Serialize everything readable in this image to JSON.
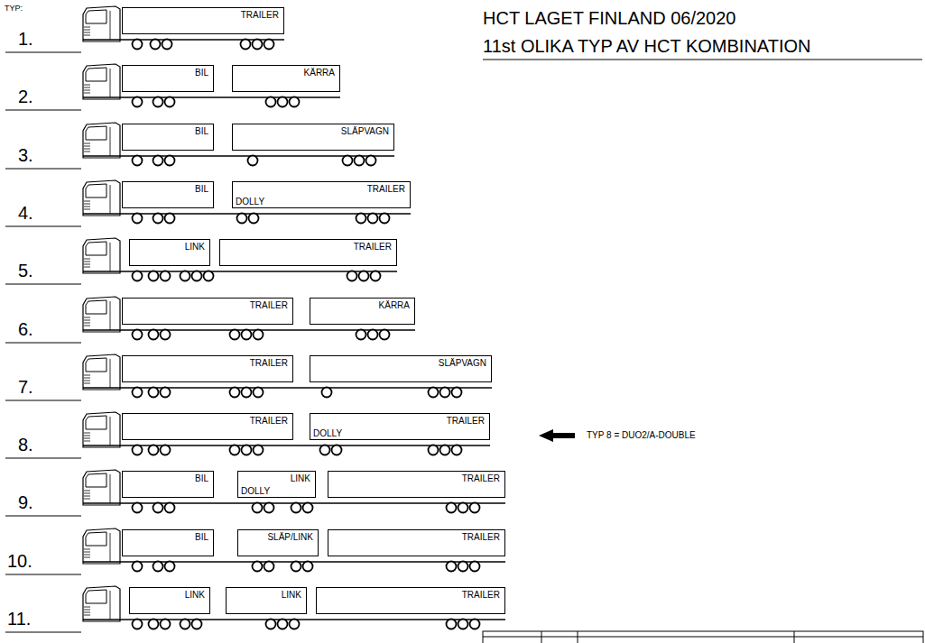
{
  "diagram": {
    "title": "HCT LAGET FINLAND 06/2020",
    "nodes": [
      {
        "text": [
          "TRAILER"
        ]
      },
      {
        "text": [
          "BIL"
        ]
      },
      {
        "text": [
          "KÄRRA"
        ]
      },
      {
        "text": [
          "BIL"
        ]
      },
      {
        "text": [
          "SLÄPVAGN"
        ]
      },
      {
        "text": [
          "BIL"
        ]
      },
      {
        "text": [
          "TRAILER",
          "DOLLY"
        ]
      },
      {
        "text": [
          "LINK"
        ]
      },
      {
        "text": [
          "TRAILER"
        ]
      },
      {
        "text": [
          "TRAILER"
        ]
      },
      {
        "text": [
          "KÄRRA"
        ]
      },
      {
        "text": [
          "TRAILER"
        ]
      },
      {
        "text": [
          "SLÄPVAGN"
        ]
      },
      {
        "text": [
          "TRAILER"
        ]
      },
      {
        "text": [
          "TRAILER",
          "DOLLY"
        ]
      },
      {
        "text": [
          "BIL"
        ]
      },
      {
        "text": [
          "LINK",
          "DOLLY"
        ]
      },
      {
        "text": [
          "TRAILER"
        ]
      },
      {
        "text": [
          "BIL"
        ]
      },
      {
        "text": [
          "SLÄP/LINK"
        ]
      },
      {
        "text": [
          "TRAILER"
        ]
      },
      {
        "text": [
          "LINK"
        ]
      },
      {
        "text": [
          "LINK"
        ]
      },
      {
        "text": [
          "TRAILER"
        ]
      }
    ],
    "labels": [
      "TYP:",
      "1.",
      "2.",
      "3.",
      "4.",
      "5.",
      "6.",
      "7.",
      "8.",
      "9.",
      "10.",
      "11.",
      "11st OLIKA TYP AV HCT KOMBINATION",
      "TYP 8 = DUO2/A-DOUBLE"
    ]
  }
}
